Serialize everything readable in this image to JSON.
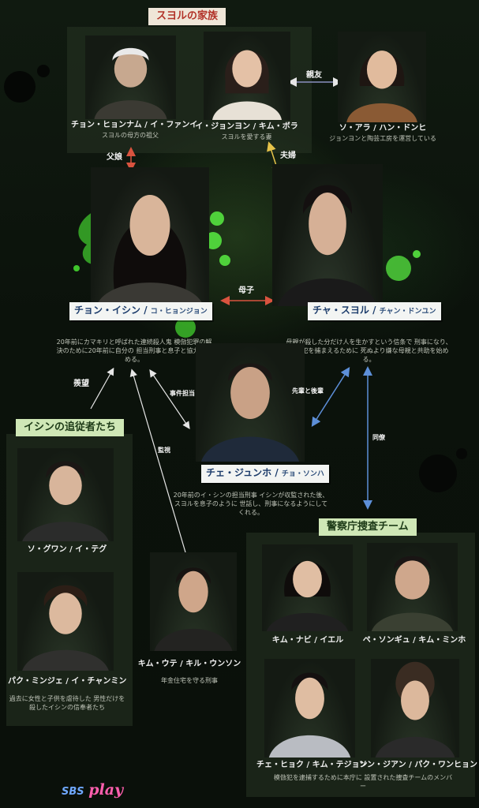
{
  "sections": {
    "family": "スヨルの家族",
    "followers": "イシンの追従者たち",
    "police": "警察庁捜査チーム"
  },
  "people": {
    "grandfather": {
      "name": "チョン・ヒョンナム / イ・ファンイ",
      "desc": "スヨルの母方の祖父"
    },
    "wife": {
      "name": "イ・ジョンヨン / キム・ボラ",
      "desc": "スヨルを愛する妻"
    },
    "friend": {
      "name": "ソ・アラ / ハン・ドンヒ",
      "desc": "ジョンヨンと陶芸工房を運営している"
    },
    "ishin": {
      "role": "チョン・イシン",
      "actor": "コ・ヒョンジョン",
      "desc": "20年前にカマキリと呼ばれた連続殺人鬼 模倣犯罪の解決のために20年前に自分の 担当刑事と息子と協力を始める。"
    },
    "suyeol": {
      "role": "チャ・スヨル",
      "actor": "チャン・ドンユン",
      "desc": "母親が殺した分だけ人を生かすという信条で 刑事になり、模倣犯を捕まえるために 死ぬより嫌な母親と共助を始める。"
    },
    "junho": {
      "role": "チェ・ジュンホ",
      "actor": "チョ・ソンハ",
      "desc": "20年前のイ・シンの担当刑事 イシンが収監された後、スヨルを息子のように 世話し、刑事になるようにしてくれる。"
    },
    "follower1": {
      "name": "ソ・グワン / イ・テグ"
    },
    "follower2": {
      "name": "パク・ミンジェ / イ・チャンミン",
      "desc": "過去に女性と子供を虐待した 男性だけを殺したイシンの信奉者たち"
    },
    "woote": {
      "name": "キム・ウテ / キル・ウンソン",
      "desc": "年金住宅を守る刑事"
    },
    "nabi": {
      "name": "キム・ナビ / イエル"
    },
    "sungyu": {
      "name": "ペ・ソンギュ / キム・ミンホ"
    },
    "hyuk": {
      "name": "チェ・ヒョク / キム・テジョン"
    },
    "jian": {
      "name": "ソン・ジアン / パク・ワンヒョン"
    },
    "police_desc": "模倣犯を逮捕するために本庁に 設置された捜査チームのメンバー"
  },
  "relations": {
    "best_friend": "親友",
    "father_daughter": "父娘",
    "married": "夫婦",
    "mother_son": "母子",
    "envy": "羨望",
    "in_charge": "事件担当",
    "senior_junior": "先輩と後輩",
    "colleague": "同僚",
    "surveillance": "監視"
  },
  "logo": {
    "sbs": "SBS",
    "play": "play"
  },
  "colors": {
    "accent_green": "#4fd13b",
    "arrow_red": "#d9533f",
    "arrow_blue": "#5d8fd8",
    "nameplate_text": "#1c3c6b"
  }
}
